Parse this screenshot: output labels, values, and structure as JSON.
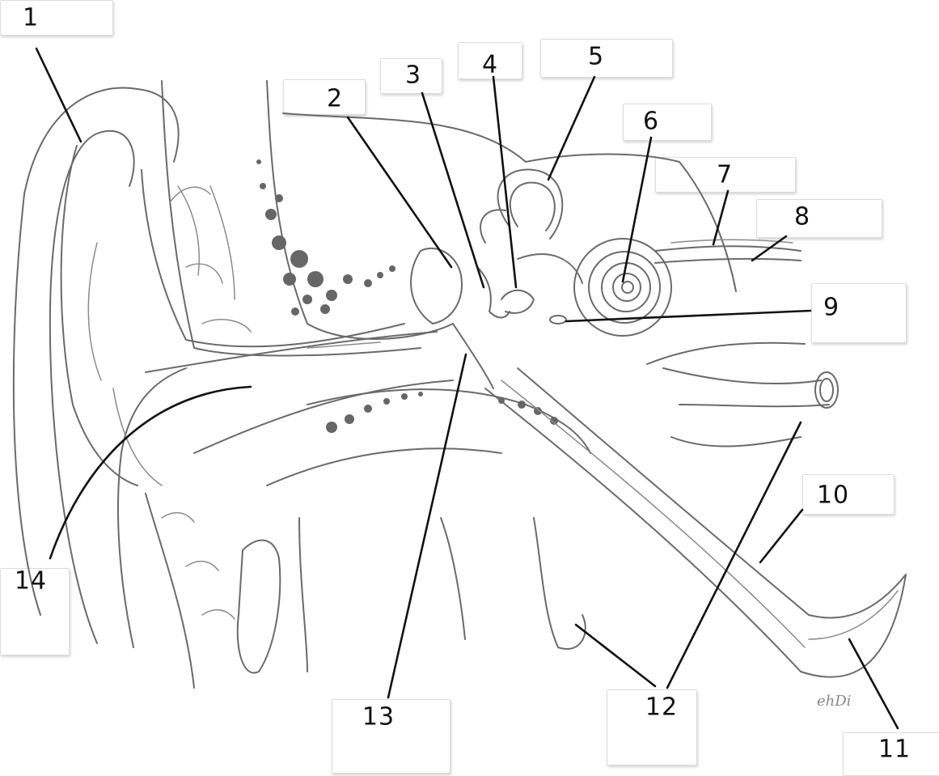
{
  "labels": [
    {
      "id": "1",
      "text": "1"
    },
    {
      "id": "2",
      "text": "2"
    },
    {
      "id": "3",
      "text": "3"
    },
    {
      "id": "4",
      "text": "4"
    },
    {
      "id": "5",
      "text": "5"
    },
    {
      "id": "6",
      "text": "6"
    },
    {
      "id": "7",
      "text": "7"
    },
    {
      "id": "8",
      "text": "8"
    },
    {
      "id": "9",
      "text": "9"
    },
    {
      "id": "10",
      "text": "10"
    },
    {
      "id": "11",
      "text": "11"
    },
    {
      "id": "12",
      "text": "12"
    },
    {
      "id": "13",
      "text": "13"
    },
    {
      "id": "14",
      "text": "14"
    }
  ],
  "signature": "ehDi",
  "colors": {
    "line": "#111111",
    "outline": "#6a6a6a",
    "fill_spots": "#666666"
  }
}
